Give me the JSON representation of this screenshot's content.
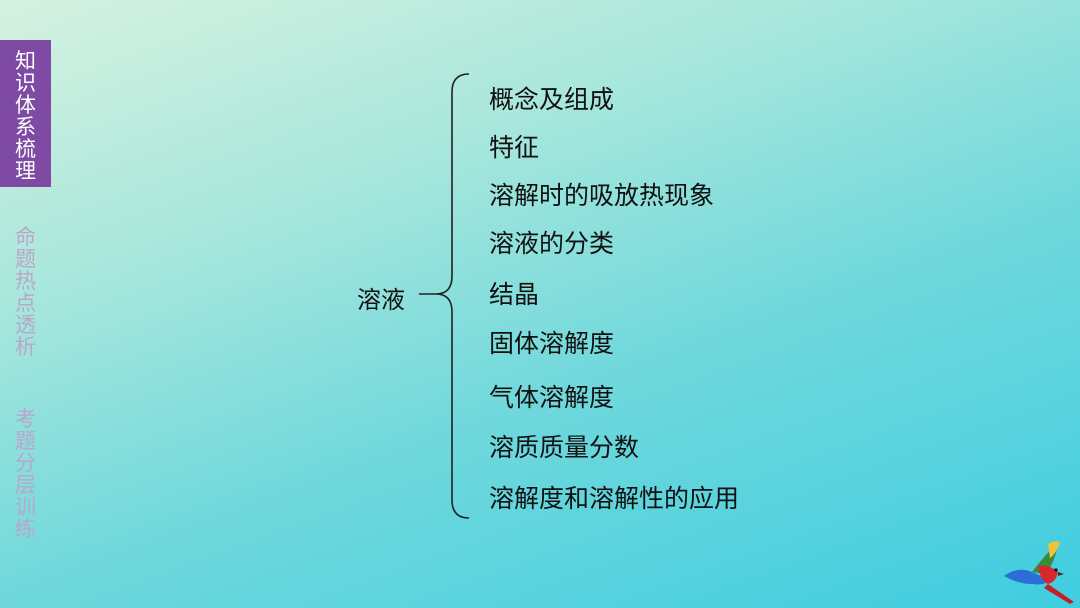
{
  "sidebar": {
    "tabs": [
      {
        "label": "知识体系梳理",
        "active": true
      },
      {
        "label": "命题热点透析",
        "active": false
      },
      {
        "label": "考题分层训练",
        "active": false
      }
    ]
  },
  "diagram": {
    "root": "溶液",
    "branches": [
      "概念及组成",
      "特征",
      "溶解时的吸放热现象",
      "溶液的分类",
      "结晶",
      "固体溶解度",
      "气体溶解度",
      "溶质质量分数",
      "溶解度和溶解性的应用"
    ]
  },
  "colors": {
    "sidebar_active": "#7e4aa3",
    "sidebar_inactive_text": "#b9a6c9",
    "background_start": "#d6f2e0",
    "background_end": "#3fcde0"
  },
  "icons": [
    "parrot-icon"
  ]
}
